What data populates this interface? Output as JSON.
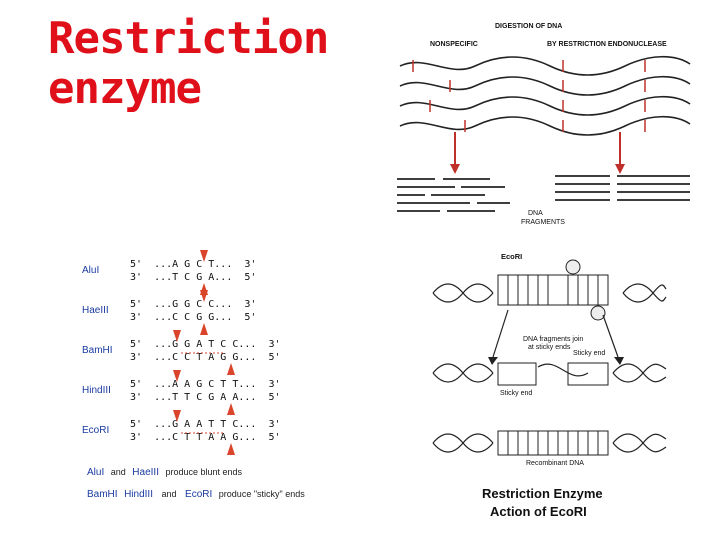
{
  "title": {
    "line1": "Restriction",
    "line2": "enzyme"
  },
  "digestion": {
    "heading": "DIGESTION OF DNA",
    "left_label": "NONSPECIFIC",
    "right_label": "BY RESTRICTION ENDONUCLEASE",
    "fragments_line1": "DNA",
    "fragments_line2": "FRAGMENTS"
  },
  "enzymes": [
    {
      "name": "AluI",
      "top": "5'  ...A G C T...  3'",
      "bottom": "3'  ...T C G A...  5'"
    },
    {
      "name": "HaeIII",
      "top": "5'  ...G G C C...  3'",
      "bottom": "3'  ...C C G G...  5'"
    },
    {
      "name": "BamHI",
      "top": "5'  ...G G A T C C...  3'",
      "bottom": "3'  ...C C T A G G...  5'"
    },
    {
      "name": "HindIII",
      "top": "5'  ...A A G C T T...  3'",
      "bottom": "3'  ...T T C G A A...  5'"
    },
    {
      "name": "EcoRI",
      "top": "5'  ...G A A T T C...  3'",
      "bottom": "3'  ...C T T A A G...  5'"
    }
  ],
  "notes": {
    "blunt_e1": "AluI",
    "blunt_and": "and",
    "blunt_e2": "HaeIII",
    "blunt_text": "produce blunt ends",
    "sticky_e1": "BamHI",
    "sticky_e2": "HindIII",
    "sticky_and": "and",
    "sticky_e3": "EcoRI",
    "sticky_text": "produce \"sticky\" ends"
  },
  "ecori_panel": {
    "enzyme_label": "EcoRI",
    "cut_label1": "DNA fragments join",
    "cut_label2": "at sticky ends",
    "sticky_label1": "Sticky end",
    "sticky_label2": "Sticky end",
    "recomb_label": "Recombinant DNA",
    "caption1": "Restriction Enzyme",
    "caption2": "Action of EcoRI"
  },
  "colors": {
    "title": "#e0101a",
    "arrow": "#d9442a",
    "enzyme_name": "#1a3aa0",
    "digest_arrow": "#c0302a"
  }
}
